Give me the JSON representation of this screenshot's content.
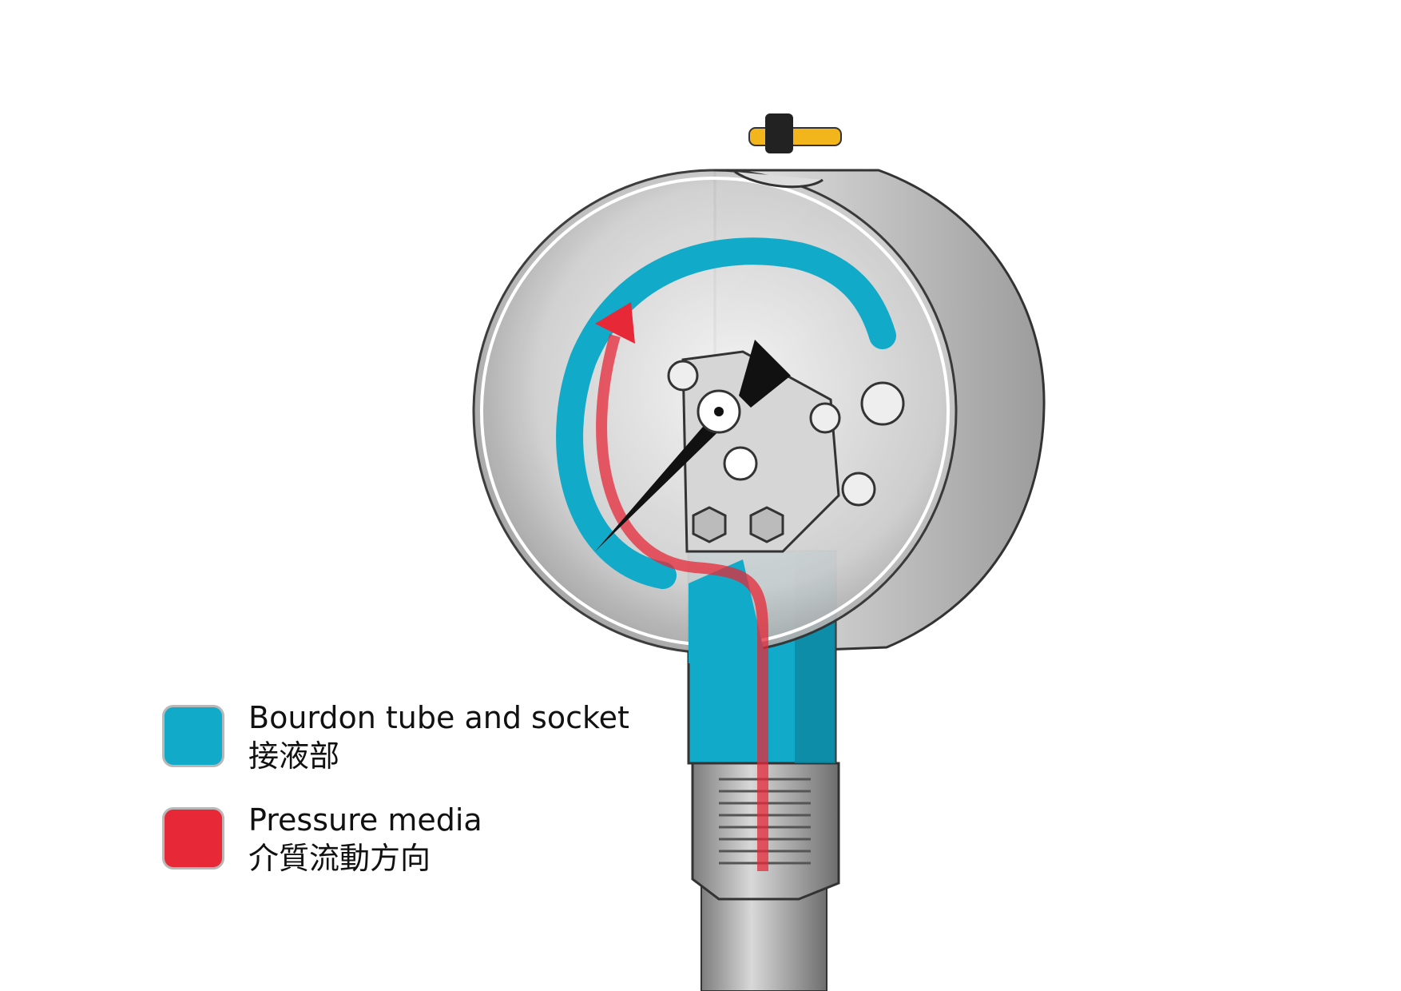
{
  "legend": [
    {
      "label_en": "Bourdon tube and socket",
      "label_zh": "接液部",
      "color": "#12aac9"
    },
    {
      "label_en": "Pressure media",
      "label_zh": "介質流動方向",
      "color": "#e62837"
    }
  ],
  "colors": {
    "case": "#c8c8c8",
    "tube": "#12aac9",
    "media": "#e62837",
    "valve": "#f2b51c",
    "pointer": "#111111"
  }
}
